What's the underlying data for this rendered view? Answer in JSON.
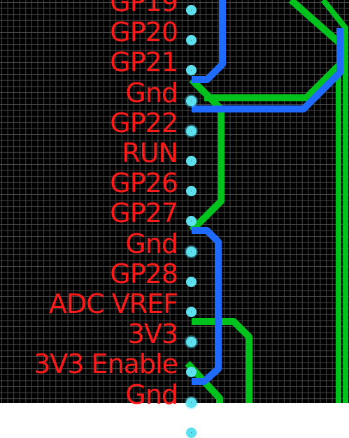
{
  "colors": {
    "background": "#000000",
    "grid": "#4a4a4a",
    "label": "#ff1a1a",
    "pad": "#5ee1ee",
    "trace_top": "#1f6bff",
    "trace_bottom": "#00c21c"
  },
  "pins": [
    {
      "label": "GP19"
    },
    {
      "label": "GP20"
    },
    {
      "label": "GP21"
    },
    {
      "label": "Gnd"
    },
    {
      "label": "GP22"
    },
    {
      "label": "RUN"
    },
    {
      "label": "GP26"
    },
    {
      "label": "GP27"
    },
    {
      "label": "Gnd"
    },
    {
      "label": "GP28"
    },
    {
      "label": "ADC VREF"
    },
    {
      "label": "3V3"
    },
    {
      "label": "3V3 Enable"
    },
    {
      "label": "Gnd"
    },
    {
      "label": ""
    }
  ]
}
